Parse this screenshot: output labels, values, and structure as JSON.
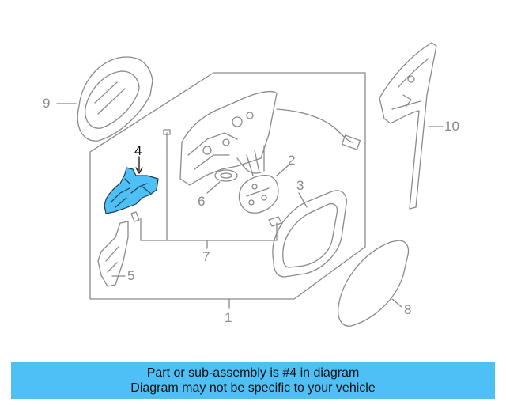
{
  "diagram": {
    "callouts": [
      "1",
      "2",
      "3",
      "4",
      "5",
      "6",
      "7",
      "8",
      "9",
      "10"
    ],
    "highlight_part": "4",
    "highlight_color": "#4fc0f5",
    "line_color": "#8a8a8a"
  },
  "banner": {
    "line1": "Part or sub-assembly is #4 in diagram",
    "line2": "Diagram may not be specific to your vehicle",
    "background": "#4fc0f5"
  }
}
